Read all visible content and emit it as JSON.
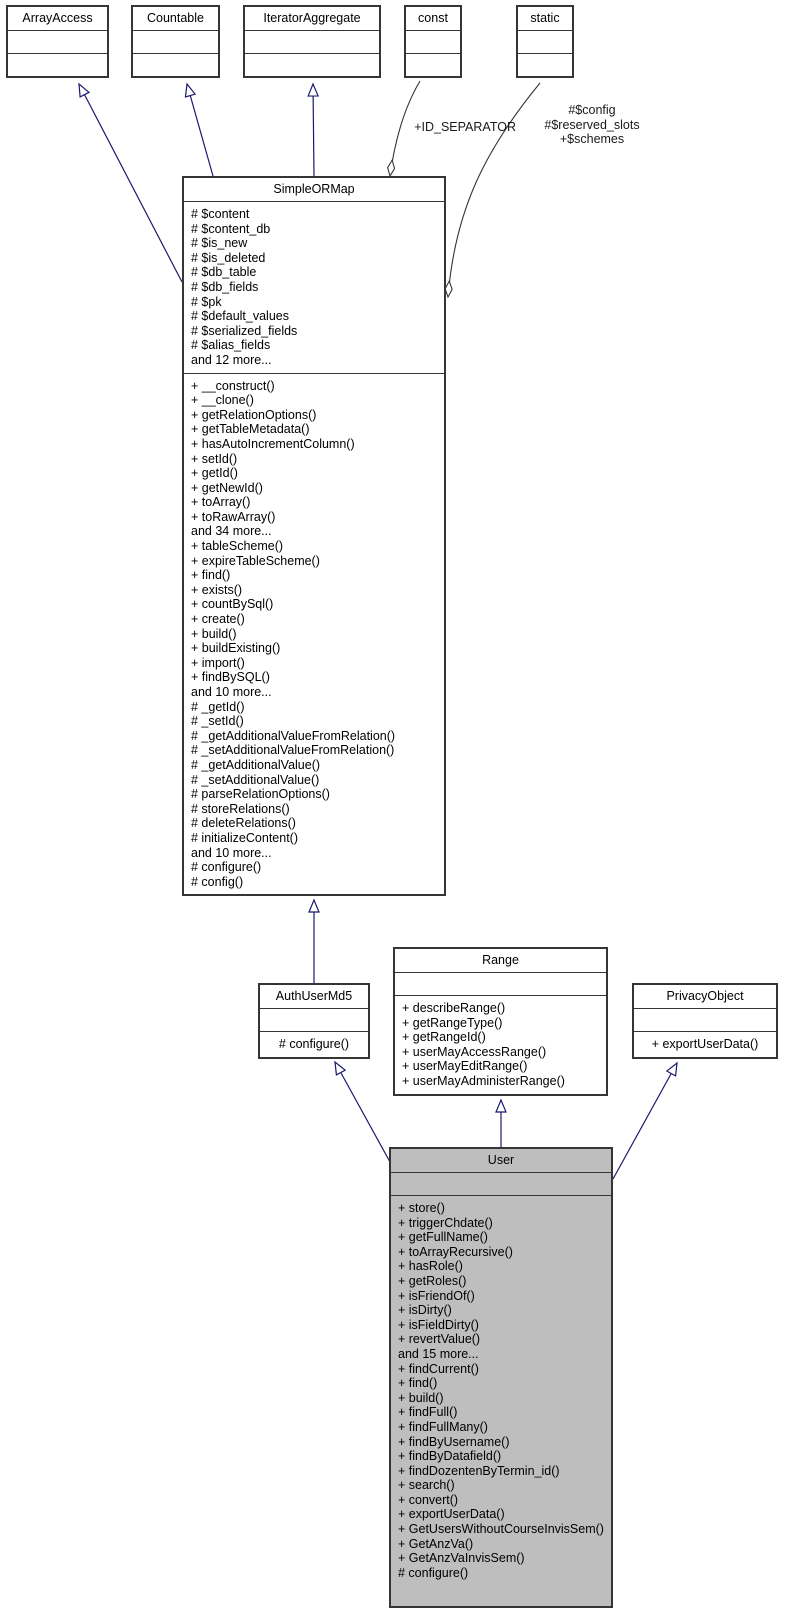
{
  "classes": {
    "arrayaccess": {
      "title": "ArrayAccess"
    },
    "countable": {
      "title": "Countable"
    },
    "iteratoraggregate": {
      "title": "IteratorAggregate"
    },
    "const": {
      "title": "const"
    },
    "static": {
      "title": "static"
    },
    "simpleormap": {
      "title": "SimpleORMap",
      "attributes": [
        "# $content",
        "# $content_db",
        "# $is_new",
        "# $is_deleted",
        "# $db_table",
        "# $db_fields",
        "# $pk",
        "# $default_values",
        "# $serialized_fields",
        "# $alias_fields",
        "and 12 more..."
      ],
      "methods": [
        "+ __construct()",
        "+ __clone()",
        "+ getRelationOptions()",
        "+ getTableMetadata()",
        "+ hasAutoIncrementColumn()",
        "+ setId()",
        "+ getId()",
        "+ getNewId()",
        "+ toArray()",
        "+ toRawArray()",
        "and 34 more...",
        "+ tableScheme()",
        "+ expireTableScheme()",
        "+ find()",
        "+ exists()",
        "+ countBySql()",
        "+ create()",
        "+ build()",
        "+ buildExisting()",
        "+ import()",
        "+ findBySQL()",
        "and 10 more...",
        "# _getId()",
        "# _setId()",
        "# _getAdditionalValueFromRelation()",
        "# _setAdditionalValueFromRelation()",
        "# _getAdditionalValue()",
        "# _setAdditionalValue()",
        "# parseRelationOptions()",
        "# storeRelations()",
        "# deleteRelations()",
        "# initializeContent()",
        "and 10 more...",
        "# configure()",
        "# config()"
      ]
    },
    "authusermd5": {
      "title": "AuthUserMd5",
      "methods": [
        "# configure()"
      ]
    },
    "range": {
      "title": "Range",
      "methods": [
        "+ describeRange()",
        "+ getRangeType()",
        "+ getRangeId()",
        "+ userMayAccessRange()",
        "+ userMayEditRange()",
        "+ userMayAdministerRange()"
      ]
    },
    "privacyobject": {
      "title": "PrivacyObject",
      "methods": [
        "+ exportUserData()"
      ]
    },
    "user": {
      "title": "User",
      "methods": [
        "+ store()",
        "+ triggerChdate()",
        "+ getFullName()",
        "+ toArrayRecursive()",
        "+ hasRole()",
        "+ getRoles()",
        "+ isFriendOf()",
        "+ isDirty()",
        "+ isFieldDirty()",
        "+ revertValue()",
        "and 15 more...",
        "+ findCurrent()",
        "+ find()",
        "+ build()",
        "+ findFull()",
        "+ findFullMany()",
        "+ findByUsername()",
        "+ findByDatafield()",
        "+ findDozentenByTermin_id()",
        "+ search()",
        "+ convert()",
        "+ exportUserData()",
        "+ GetUsersWithoutCourseInvisSem()",
        "+ GetAnzVa()",
        "+ GetAnzVaInvisSem()",
        "# configure()"
      ]
    }
  },
  "edge_labels": {
    "const_to_simpleormap": "+ID_SEPARATOR",
    "static_to_simpleormap": [
      "#$config",
      "#$reserved_slots",
      "+$schemes"
    ]
  },
  "colors": {
    "inheritance_edge": "#191970",
    "usage_edge": "#353535",
    "box_border": "#353535",
    "box_background": "#ffffff",
    "highlight_fill": "#bebebe"
  }
}
